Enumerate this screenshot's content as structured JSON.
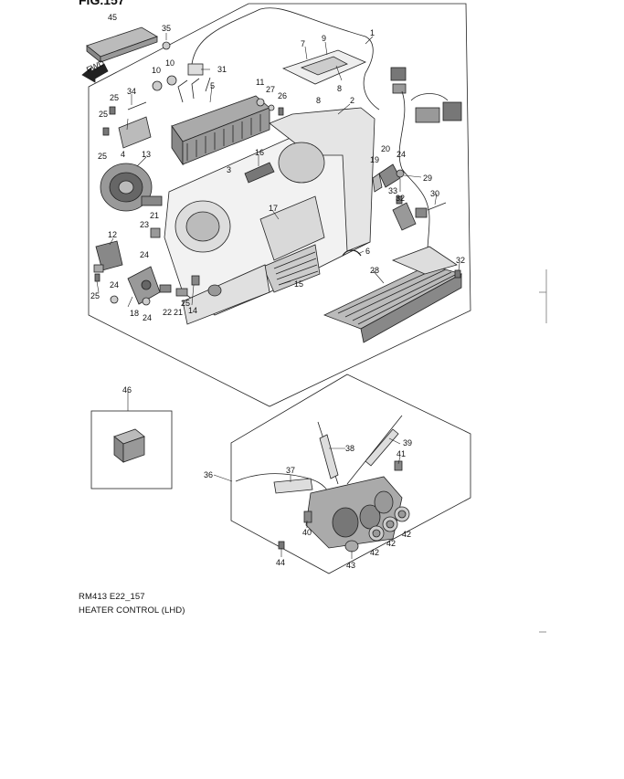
{
  "figure": {
    "title": "FIG.157",
    "code": "RM413 E22_157",
    "caption": "HEATER CONTROL (LHD)"
  },
  "fwd_label": "FWD",
  "callouts": [
    {
      "id": "p45",
      "label": "45"
    },
    {
      "id": "p35",
      "label": "35"
    },
    {
      "id": "p31",
      "label": "31"
    },
    {
      "id": "p1",
      "label": "1"
    },
    {
      "id": "p7",
      "label": "7"
    },
    {
      "id": "p9",
      "label": "9"
    },
    {
      "id": "p8a",
      "label": "8"
    },
    {
      "id": "p8b",
      "label": "8"
    },
    {
      "id": "p10a",
      "label": "10"
    },
    {
      "id": "p10b",
      "label": "10"
    },
    {
      "id": "p5",
      "label": "5"
    },
    {
      "id": "p11",
      "label": "11"
    },
    {
      "id": "p27",
      "label": "27"
    },
    {
      "id": "p26",
      "label": "26"
    },
    {
      "id": "p2",
      "label": "2"
    },
    {
      "id": "p34",
      "label": "34"
    },
    {
      "id": "p25a",
      "label": "25"
    },
    {
      "id": "p25b",
      "label": "25"
    },
    {
      "id": "p4",
      "label": "4"
    },
    {
      "id": "p25c",
      "label": "25"
    },
    {
      "id": "p13",
      "label": "13"
    },
    {
      "id": "p3",
      "label": "3"
    },
    {
      "id": "p16",
      "label": "16"
    },
    {
      "id": "p20",
      "label": "20"
    },
    {
      "id": "p24a",
      "label": "24"
    },
    {
      "id": "p19",
      "label": "19"
    },
    {
      "id": "p29",
      "label": "29"
    },
    {
      "id": "p33",
      "label": "33"
    },
    {
      "id": "p32a",
      "label": "32"
    },
    {
      "id": "p30",
      "label": "30"
    },
    {
      "id": "p21a",
      "label": "21"
    },
    {
      "id": "p23",
      "label": "23"
    },
    {
      "id": "p17",
      "label": "17"
    },
    {
      "id": "p12",
      "label": "12"
    },
    {
      "id": "p24b",
      "label": "24"
    },
    {
      "id": "p6",
      "label": "6"
    },
    {
      "id": "p32b",
      "label": "32"
    },
    {
      "id": "p28",
      "label": "28"
    },
    {
      "id": "p15",
      "label": "15"
    },
    {
      "id": "p25d",
      "label": "25"
    },
    {
      "id": "p24c",
      "label": "24"
    },
    {
      "id": "p22",
      "label": "22"
    },
    {
      "id": "p21b",
      "label": "21"
    },
    {
      "id": "p25e",
      "label": "25"
    },
    {
      "id": "p14",
      "label": "14"
    },
    {
      "id": "p18",
      "label": "18"
    },
    {
      "id": "p24d",
      "label": "24"
    },
    {
      "id": "p46",
      "label": "46"
    },
    {
      "id": "p38",
      "label": "38"
    },
    {
      "id": "p39",
      "label": "39"
    },
    {
      "id": "p41",
      "label": "41"
    },
    {
      "id": "p36",
      "label": "36"
    },
    {
      "id": "p37",
      "label": "37"
    },
    {
      "id": "p40",
      "label": "40"
    },
    {
      "id": "p42a",
      "label": "42"
    },
    {
      "id": "p42b",
      "label": "42"
    },
    {
      "id": "p42c",
      "label": "42"
    },
    {
      "id": "p43",
      "label": "43"
    },
    {
      "id": "p44",
      "label": "44"
    }
  ]
}
